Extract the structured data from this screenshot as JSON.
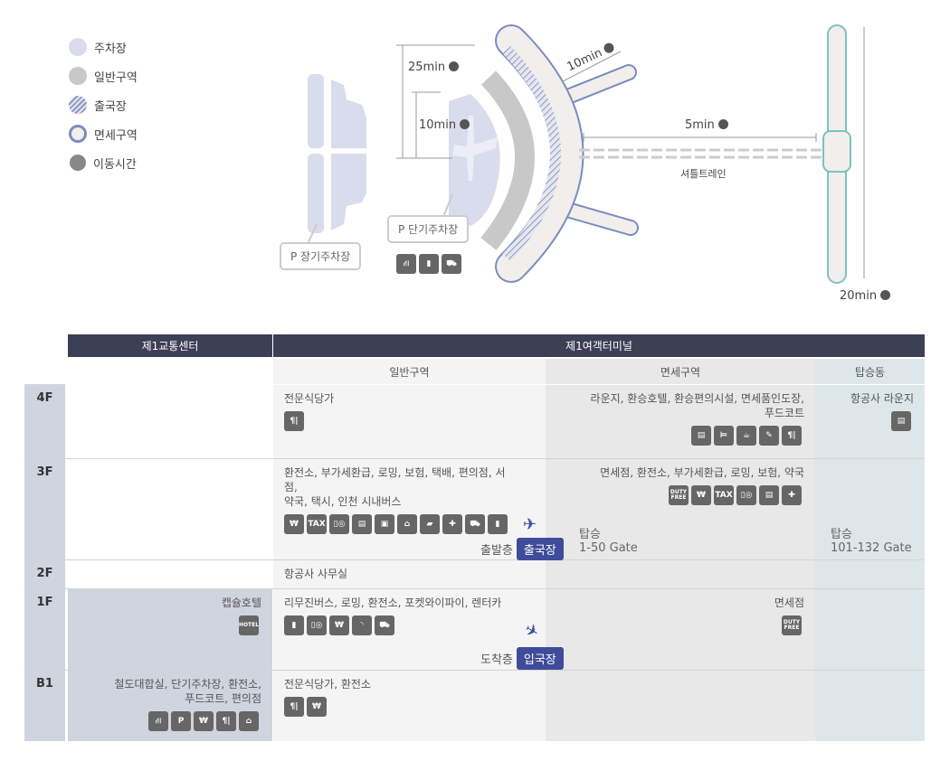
{
  "legend": [
    {
      "label": "주차장",
      "icon": "parking-area-swatch",
      "color": "#d9dcec"
    },
    {
      "label": "일반구역",
      "icon": "general-area-swatch",
      "color": "#c8c8c8"
    },
    {
      "label": "출국장",
      "icon": "departure-hatch-swatch",
      "color": "#8b9bc8"
    },
    {
      "label": "면세구역",
      "icon": "duty-free-swatch",
      "color": "#f1eeec"
    },
    {
      "label": "이동시간",
      "icon": "clock-icon",
      "color": "#888888"
    }
  ],
  "map": {
    "time_25": "25min",
    "time_10_parking": "10min",
    "time_10_pier": "10min",
    "time_5": "5min",
    "time_20": "20min",
    "shuttle": "셔틀트레인",
    "long_parking": "P 장기주차장",
    "short_parking": "P 단기주차장",
    "transport_icons": [
      "train-icon",
      "bus-icon",
      "taxi-icon"
    ]
  },
  "table": {
    "headers": {
      "transport_center": "제1교통센터",
      "terminal": "제1여객터미널"
    },
    "sub_headers": {
      "general": "일반구역",
      "duty_free": "면세구역",
      "concourse": "탑승동"
    },
    "floors": [
      "4F",
      "3F",
      "2F",
      "1F",
      "B1"
    ],
    "f4": {
      "general": "전문식당가",
      "general_icons": [
        "restaurant-icon"
      ],
      "duty_free": "라운지, 환승호텔, 환승편의시설, 면세품인도장,\n푸드코트",
      "duty_free_icons": [
        "lounge-icon",
        "hotel-bed-icon",
        "cafe-icon",
        "delivery-icon",
        "restaurant-icon"
      ],
      "concourse": "항공사 라운지",
      "concourse_icons": [
        "lounge-icon"
      ]
    },
    "f3": {
      "general": "환전소, 부가세환급, 로밍, 보험, 택배, 편의점, 서점,\n약국, 택시, 인천 시내버스",
      "general_icons": [
        "exchange-icon",
        "tax-refund-icon",
        "roaming-icon",
        "insurance-icon",
        "parcel-icon",
        "store-icon",
        "bookstore-icon",
        "pharmacy-icon",
        "taxi-icon",
        "bus-icon"
      ],
      "duty_free": "면세점, 환전소, 부가세환급, 로밍, 보험, 약국",
      "duty_free_icons": [
        "duty-free-icon",
        "exchange-icon",
        "tax-refund-icon",
        "roaming-icon",
        "insurance-icon",
        "pharmacy-icon"
      ],
      "floor_label": "출발층",
      "badge": "출국장",
      "gate1_label": "탑승",
      "gate1": "1-50 Gate",
      "gate2_label": "탑승",
      "gate2": "101-132 Gate"
    },
    "f2": {
      "general": "항공사 사무실"
    },
    "f1": {
      "transport": "캡슐호텔",
      "transport_icons": [
        "hotel-icon"
      ],
      "general": "리무진버스, 로밍, 환전소, 포켓와이파이, 렌터카",
      "general_icons": [
        "limousine-bus-icon",
        "roaming-icon",
        "exchange-icon",
        "wifi-icon",
        "rent-car-icon"
      ],
      "duty_free": "면세점",
      "duty_free_icons": [
        "duty-free-icon"
      ],
      "floor_label": "도착층",
      "badge": "입국장"
    },
    "b1": {
      "transport": "철도대합실, 단기주차장, 환전소,\n푸드코트, 편의점",
      "transport_icons": [
        "train-icon",
        "parking-icon",
        "exchange-icon",
        "restaurant-icon",
        "store-icon"
      ],
      "general": "전문식당가, 환전소",
      "general_icons": [
        "restaurant-icon",
        "exchange-icon"
      ]
    }
  },
  "colors": {
    "header": "#3d3f55",
    "badge": "#3f4c9a",
    "icon": "#666666",
    "outline": "#7a8cc0"
  }
}
